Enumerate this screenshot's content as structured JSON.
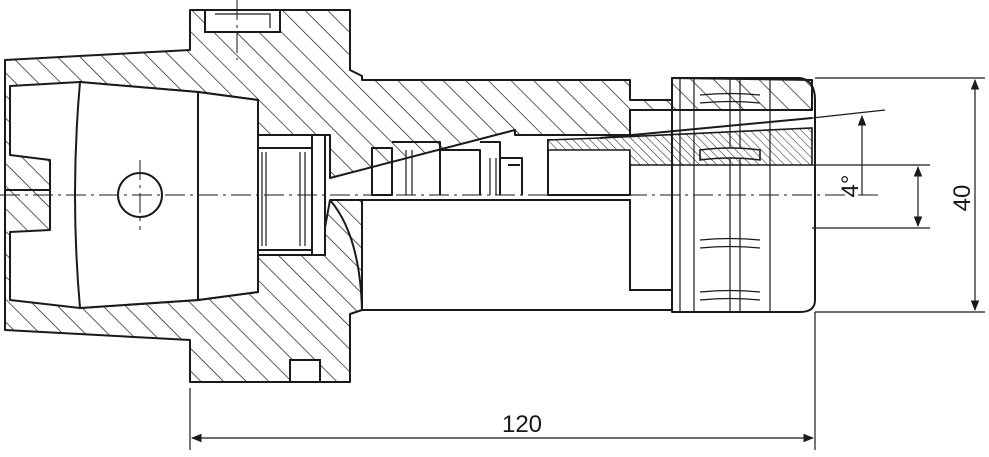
{
  "drawing": {
    "dimensions": {
      "length": "120",
      "diameter": "40",
      "taper_angle": "4°"
    }
  }
}
